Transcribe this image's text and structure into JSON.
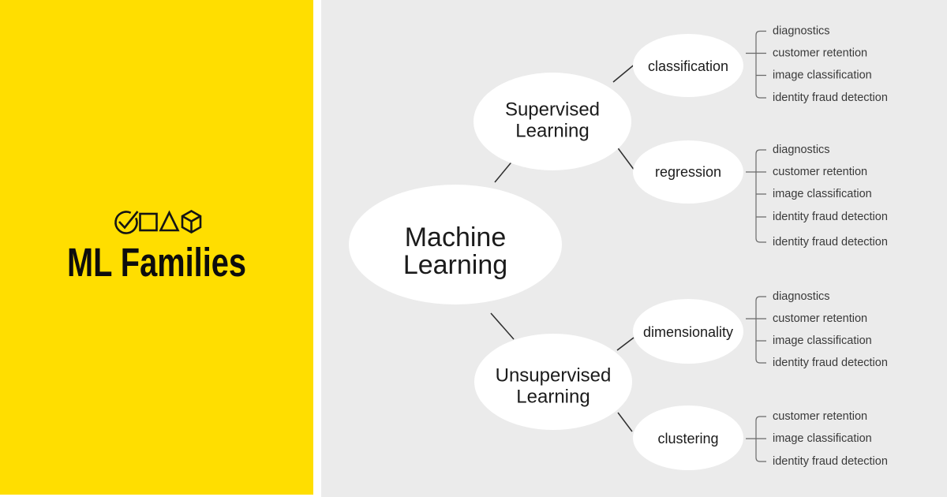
{
  "colors": {
    "brand_yellow": "#FFDE00",
    "canvas_gray": "#EBEBEB",
    "node_fill": "#FFFFFF",
    "title_text": "#0D0D0D",
    "node_text": "#1B1B1B",
    "leaf_text": "#3A3A3A",
    "bracket_line": "#6A6A6A",
    "branch_line": "#2E2E2E"
  },
  "brand_panel": {
    "title": "ML Families",
    "icons": [
      "check-circle-icon",
      "square-icon",
      "triangle-icon",
      "box-icon"
    ]
  },
  "mindmap": {
    "root": {
      "label": [
        "Machine",
        "Learning"
      ]
    },
    "branches": [
      {
        "label": [
          "Supervised",
          "Learning"
        ],
        "children": [
          {
            "label": "classification",
            "items": [
              "diagnostics",
              "customer retention",
              "image classification",
              "identity fraud detection"
            ]
          },
          {
            "label": "regression",
            "items": [
              "diagnostics",
              "customer retention",
              "image classification",
              "identity fraud detection",
              "identity fraud detection"
            ]
          }
        ]
      },
      {
        "label": [
          "Unsupervised",
          "Learning"
        ],
        "children": [
          {
            "label": "dimensionality",
            "items": [
              "diagnostics",
              "customer retention",
              "image classification",
              "identity fraud detection"
            ]
          },
          {
            "label": "clustering",
            "items": [
              "customer retention",
              "image classification",
              "identity fraud detection"
            ]
          }
        ]
      }
    ]
  }
}
